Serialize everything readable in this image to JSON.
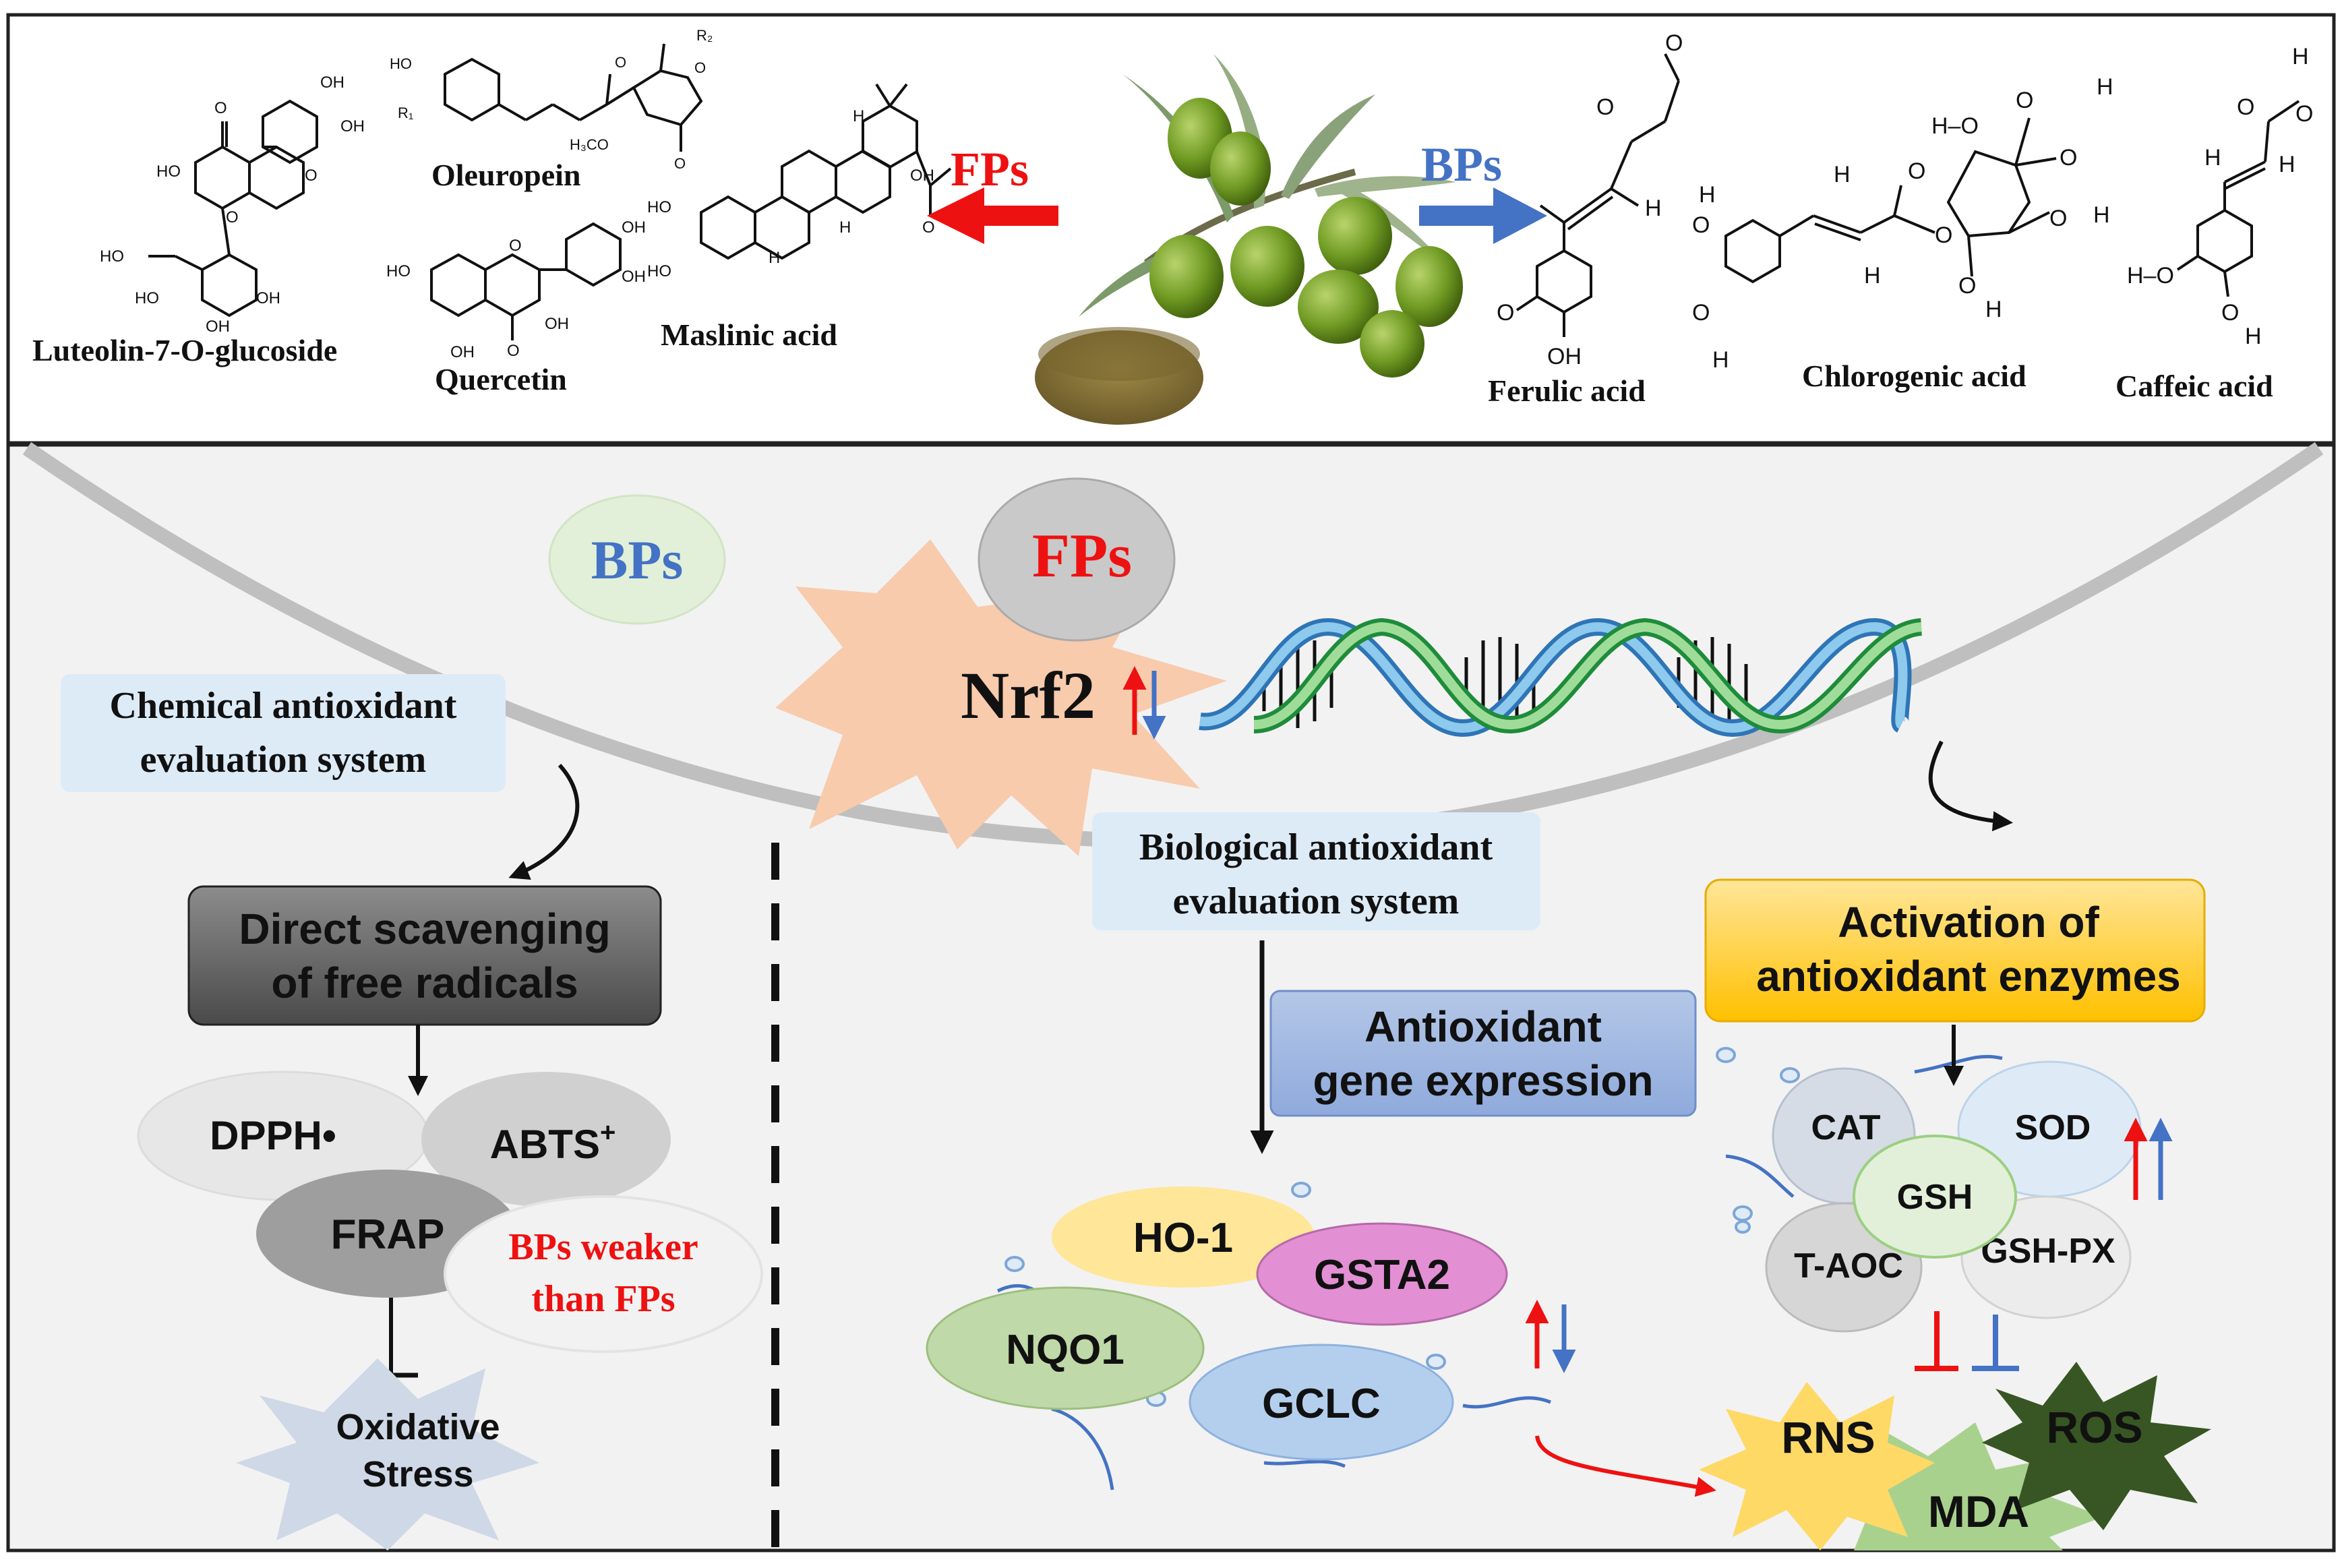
{
  "top": {
    "left_compounds": [
      {
        "id": "luteolin",
        "label": "Luteolin-7-O-glucoside"
      },
      {
        "id": "oleuropein",
        "label": "Oleuropein"
      },
      {
        "id": "quercetin",
        "label": "Quercetin"
      },
      {
        "id": "maslinic",
        "label": "Maslinic acid"
      }
    ],
    "right_compounds": [
      {
        "id": "ferulic",
        "label": "Ferulic acid"
      },
      {
        "id": "chlorogenic",
        "label": "Chlorogenic acid"
      },
      {
        "id": "caffeic",
        "label": "Caffeic acid"
      }
    ],
    "fps_arrow_label": "FPs",
    "bps_arrow_label": "BPs",
    "atoms": {
      "oh": "OH",
      "ho": "HO",
      "o": "O",
      "h": "H",
      "r1": "R₁",
      "r2": "R₂",
      "h3co": "H₃CO",
      "ho_dash": "H–O",
      "h_dash_o": "H–O"
    },
    "colors": {
      "fps": "#ee1111",
      "bps": "#4472c4"
    }
  },
  "bottom": {
    "bps_circle": "BPs",
    "fps_circle": "FPs",
    "nrf2": "Nrf2",
    "chem_system": [
      "Chemical antioxidant",
      "evaluation system"
    ],
    "bio_system": [
      "Biological antioxidant",
      "evaluation system"
    ],
    "direct_scavenging": [
      "Direct scavenging",
      "of free radicals"
    ],
    "dpph": "DPPH•",
    "abts": "ABTS",
    "abts_sup": "+",
    "frap": "FRAP",
    "bps_weaker": [
      "BPs weaker",
      "than FPs"
    ],
    "oxidative": [
      "Oxidative",
      "Stress"
    ],
    "gene_expression": [
      "Antioxidant",
      "gene expression"
    ],
    "genes": [
      "HO-1",
      "GSTA2",
      "NQO1",
      "GCLC"
    ],
    "activation": [
      "Activation of",
      "antioxidant enzymes"
    ],
    "enzymes": [
      "CAT",
      "SOD",
      "GSH",
      "T-AOC",
      "GSH-PX"
    ],
    "species": [
      "RNS",
      "ROS",
      "MDA"
    ],
    "colors": {
      "up": "#ee1111",
      "down": "#4472c4",
      "panel_bg": "#f2f2f2",
      "membrane": "#bfbfbf"
    }
  }
}
